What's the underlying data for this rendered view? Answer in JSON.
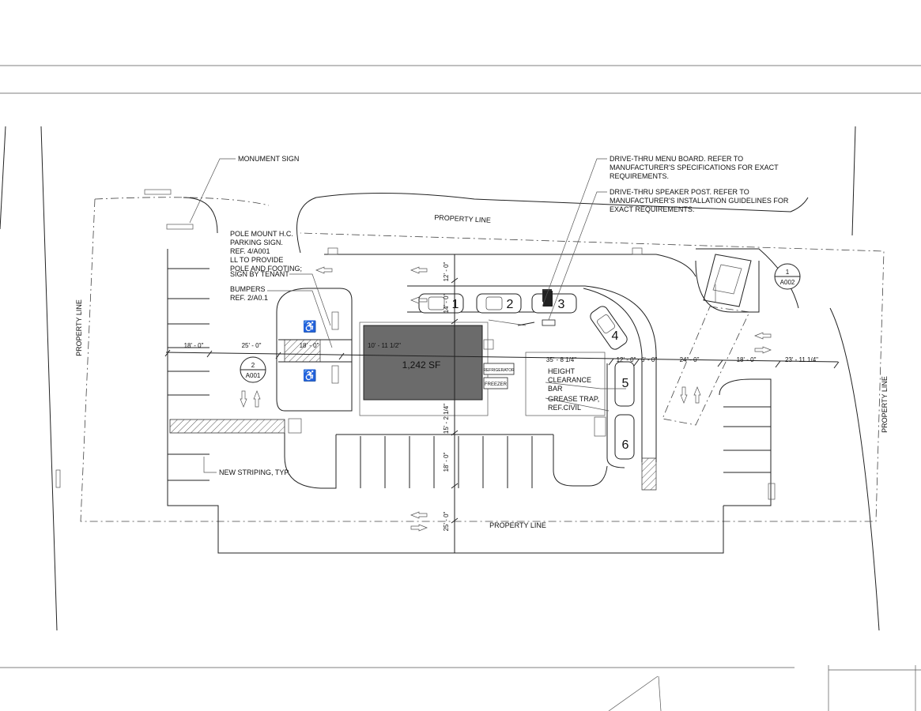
{
  "notes": {
    "monument_sign": "MONUMENT SIGN",
    "menu_board": [
      "DRIVE-THRU MENU BOARD. REFER TO",
      "MANUFACTURER'S SPECIFICATIONS FOR EXACT",
      "REQUIREMENTS."
    ],
    "speaker_post": [
      "DRIVE-THRU SPEAKER POST. REFER TO",
      "MANUFACTURER'S INSTALLATION GUIDELINES FOR",
      "EXACT REQUIREMENTS."
    ],
    "pole_mount": [
      "POLE MOUNT H.C.",
      "PARKING SIGN.",
      "REF. 4/A001",
      "LL TO PROVIDE",
      "POLE AND FOOTING;",
      "SIGN BY TENANT"
    ],
    "bumpers": [
      "BUMPERS",
      "REF. 2/A0.1"
    ],
    "height_bar": [
      "HEIGHT",
      "CLEARANCE",
      "BAR"
    ],
    "grease_trap": [
      "GREASE TRAP,",
      "REF.CIVIL"
    ],
    "new_striping": "NEW STRIPING, TYP."
  },
  "labels": {
    "property_line_top": "PROPERTY LINE",
    "property_line_bottom": "PROPERTY LINE",
    "property_line_left": "PROPERTY LINE",
    "property_line_right": "PROPERTY LINE",
    "building_area": "1,242 SF",
    "refrigerator": "REFRIGERATOR",
    "freezer": "FREEZER"
  },
  "tags": {
    "detail_1": {
      "num": "1",
      "sheet": "A002"
    },
    "detail_2": {
      "num": "2",
      "sheet": "A001"
    }
  },
  "dimensions": {
    "d_18_left": "18' - 0\"",
    "d_25_left": "25' - 0\"",
    "d_18_mid": "18' - 0\"",
    "d_bldg_width": "10' - 11 1/2\"",
    "d_35": "35' - 8 1/4\"",
    "d_12_lane": "12' - 0\"",
    "d_6": "6' - 0\"",
    "d_24": "24' - 0\"",
    "d_18_right": "18' - 0\"",
    "d_23": "23' - 11 1/4\"",
    "v_12": "12' - 0\"",
    "v_14": "14' - 0\"",
    "v_15": "15' - 2 1/4\"",
    "v_18": "18' - 0\"",
    "v_25": "25' - 0\""
  },
  "queue_cars": [
    "1",
    "2",
    "3",
    "4",
    "5",
    "6"
  ]
}
